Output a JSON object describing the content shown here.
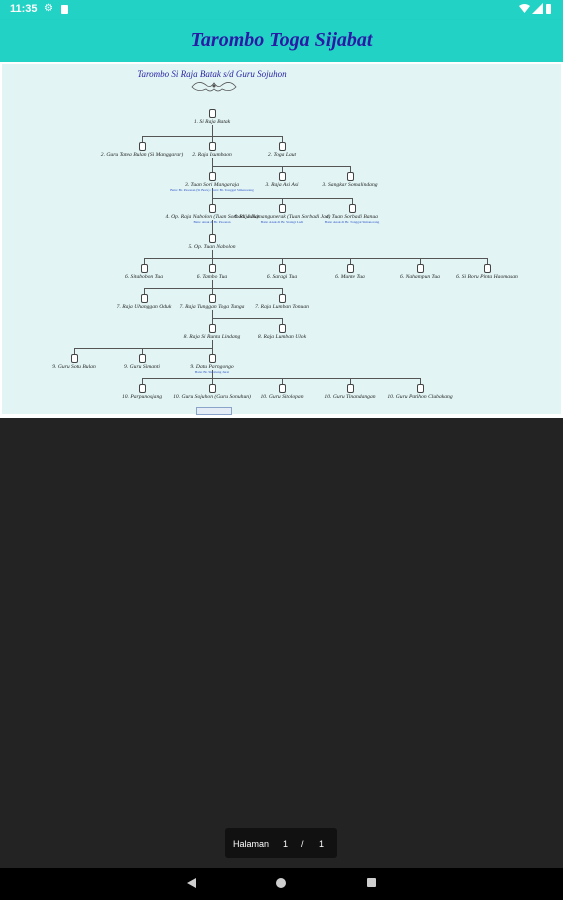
{
  "status_bar": {
    "time": "11:35"
  },
  "app_bar": {
    "title": "Tarombo Toga Sijabat"
  },
  "document": {
    "title": "Tarombo Si Raja Batak s/d Guru Sojuhon",
    "nodes": [
      {
        "id": "n1",
        "label": "1. Si Raja Batak"
      },
      {
        "id": "n2a",
        "label": "2. Guru Tatea Bulan (Si Manggarar)"
      },
      {
        "id": "n2b",
        "label": "2. Raja Isumbaon"
      },
      {
        "id": "n2c",
        "label": "2. Toga Laut"
      },
      {
        "id": "n3a",
        "label": "3. Tuan Sori Mangaraja",
        "sub": "Batu: Br. Pasonan (Si Boru) / Istri: Br. Tonggal Simanorang"
      },
      {
        "id": "n3b",
        "label": "3. Raja Asi Asi"
      },
      {
        "id": "n3c",
        "label": "3. Sangkar Somalindang"
      },
      {
        "id": "n4a",
        "label": "4. Op. Raja Nabolon (Tuan Sorbadi Julu)",
        "sub": "Batu: Anak di Br. Pasonan"
      },
      {
        "id": "n4b",
        "label": "4. Raja Namangunerak (Tuan Sorbadi Jae)",
        "sub": "Batu: Anak di Br. Stalagi Ladi"
      },
      {
        "id": "n4c",
        "label": "4. Tuan Sorbadi Banua",
        "sub": "Batu: Anak di Br. Tonggal Simanorang"
      },
      {
        "id": "n5",
        "label": "5. Op. Tuan Nabolon"
      },
      {
        "id": "n6a",
        "label": "6. Sitabobon Tua"
      },
      {
        "id": "n6b",
        "label": "6. Tambo Tua"
      },
      {
        "id": "n6c",
        "label": "6. Saragi Tua"
      },
      {
        "id": "n6d",
        "label": "6. Munte Tua"
      },
      {
        "id": "n6e",
        "label": "6. Nahampun Tua"
      },
      {
        "id": "n6f",
        "label": "6. Si Boru Pinta Haomasan"
      },
      {
        "id": "n7a",
        "label": "7. Raja Uhanggan Oduk"
      },
      {
        "id": "n7b",
        "label": "7. Raja Tunggan Toga Tunga"
      },
      {
        "id": "n7c",
        "label": "7. Raja Lumban Tonuan"
      },
      {
        "id": "n8a",
        "label": "8. Raja Si Runta Lindang"
      },
      {
        "id": "n8b",
        "label": "8. Raja Lumban Ulok"
      },
      {
        "id": "n9a",
        "label": "9. Guru Sotu Bulan"
      },
      {
        "id": "n9b",
        "label": "9. Guru Simanti"
      },
      {
        "id": "n9c",
        "label": "9. Datu Parngongo",
        "sub": "Batu: Br. Sinabang Jurat"
      },
      {
        "id": "n10a",
        "label": "10. Parpunosjang"
      },
      {
        "id": "n10b",
        "label": "10. Guru Sojuhon (Guru Sonuhun)"
      },
      {
        "id": "n10c",
        "label": "10. Guru Sitolopan"
      },
      {
        "id": "n10d",
        "label": "10. Guru Tinandangan"
      },
      {
        "id": "n10e",
        "label": "10. Guru Patihon Clubakang"
      }
    ]
  },
  "pager": {
    "label": "Halaman",
    "current": "1",
    "separator": "/",
    "total": "1"
  },
  "colors": {
    "accent": "#22d3c5",
    "title": "#2a1aa6",
    "page_bg": "#232323"
  }
}
